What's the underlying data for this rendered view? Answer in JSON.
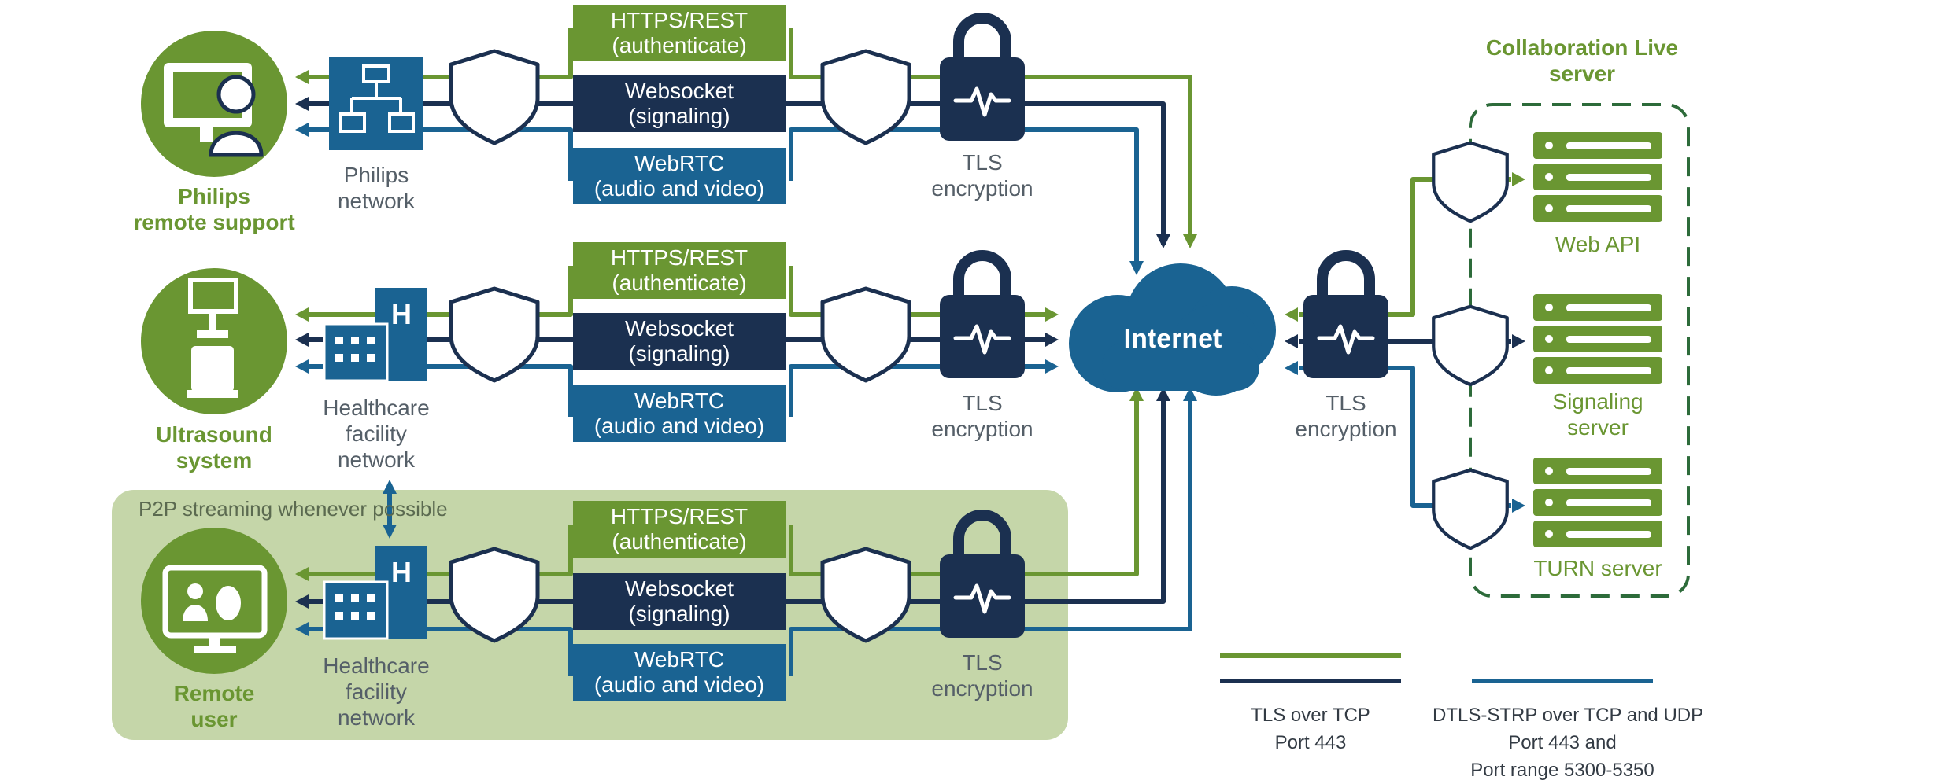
{
  "colors": {
    "green": "#6a9632",
    "navy": "#1b3050",
    "blue": "#1a6392",
    "panel": "#c5d6a9",
    "server_border": "#2d6b3a",
    "text_gray": "#555f68"
  },
  "icons": [
    "monitor-support-icon",
    "network-tree-icon",
    "ultrasound-icon",
    "hospital-building-icon",
    "remote-user-monitor-icon",
    "shield-icon",
    "lock-icon",
    "cloud-icon",
    "server-icon"
  ],
  "rows": [
    {
      "endpoint": [
        "Philips",
        "remote support"
      ],
      "network": [
        "Philips",
        "network"
      ],
      "https": [
        "HTTPS/REST",
        "(authenticate)"
      ],
      "websocket": [
        "Websocket",
        "(signaling)"
      ],
      "webrtc": [
        "WebRTC",
        "(audio and video)"
      ],
      "tls": [
        "TLS",
        "encryption"
      ]
    },
    {
      "endpoint": [
        "Ultrasound",
        "system"
      ],
      "network": [
        "Healthcare",
        "facility",
        "network"
      ],
      "https": [
        "HTTPS/REST",
        "(authenticate)"
      ],
      "websocket": [
        "Websocket",
        "(signaling)"
      ],
      "webrtc": [
        "WebRTC",
        "(audio and video)"
      ],
      "tls": [
        "TLS",
        "encryption"
      ]
    },
    {
      "endpoint": [
        "Remote",
        "user"
      ],
      "network": [
        "Healthcare",
        "facility",
        "network"
      ],
      "https": [
        "HTTPS/REST",
        "(authenticate)"
      ],
      "websocket": [
        "Websocket",
        "(signaling)"
      ],
      "webrtc": [
        "WebRTC",
        "(audio and video)"
      ],
      "tls": [
        "TLS",
        "encryption"
      ]
    }
  ],
  "p2p_label": "P2P streaming whenever possible",
  "internet_label": "Internet",
  "server_side_tls": [
    "TLS",
    "encryption"
  ],
  "server_group_title": [
    "Collaboration Live",
    "server"
  ],
  "servers": [
    {
      "label": [
        "Web API"
      ]
    },
    {
      "label": [
        "Signaling",
        "server"
      ]
    },
    {
      "label": [
        "TURN server"
      ]
    }
  ],
  "legend": {
    "tcp": [
      "TLS over TCP",
      "Port 443"
    ],
    "dtls": [
      "DTLS-STRP over TCP and UDP",
      "Port 443 and",
      "Port range 5300-5350"
    ]
  }
}
